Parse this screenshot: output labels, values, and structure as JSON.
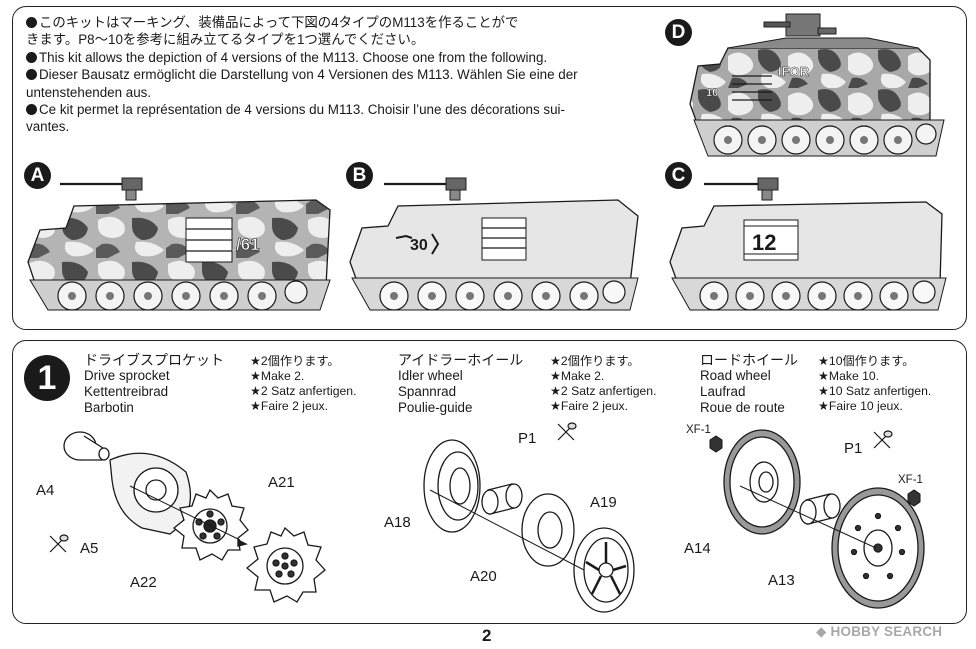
{
  "intro": {
    "line1": "このキットはマーキング、装備品によって下図の4タイプのM113を作ることがで",
    "line2": "きます。P8〜10を参考に組み立てるタイプを1つ選んでください。",
    "line3": "This kit allows the depiction of 4 versions of the M113. Choose one from the following.",
    "line4": "Dieser Bausatz ermöglicht die Darstellung von 4 Versionen des M113. Wählen Sie eine der",
    "line5": "untenstehenden aus.",
    "line6": "Ce kit permet la représentation de 4 versions du M113. Choisir l’une des décorations sui-",
    "line7": "vantes."
  },
  "versions": {
    "a": {
      "badge": "A",
      "marking": "/61"
    },
    "b": {
      "badge": "B",
      "marking": "30"
    },
    "c": {
      "badge": "C",
      "marking": "12"
    },
    "d": {
      "badge": "D",
      "marking": "IFOR",
      "number": "10"
    }
  },
  "colors": {
    "camo_light": "#eeeeee",
    "camo_mid": "#9a9a9a",
    "camo_dark": "#4a4a4a",
    "hull_light": "#e6e6e6",
    "ink": "#1a1a1a"
  },
  "step": {
    "number": "1",
    "parts": [
      {
        "jp": "ドライブスプロケット",
        "en": "Drive sprocket",
        "de": "Kettentreibrad",
        "fr": "Barbotin",
        "stars": [
          "★2個作ります。",
          "★Make 2.",
          "★2 Satz anfertigen.",
          "★Faire 2 jeux."
        ]
      },
      {
        "jp": "アイドラーホイール",
        "en": "Idler wheel",
        "de": "Spannrad",
        "fr": "Poulie-guide",
        "stars": [
          "★2個作ります。",
          "★Make 2.",
          "★2 Satz anfertigen.",
          "★Faire 2 jeux."
        ]
      },
      {
        "jp": "ロードホイール",
        "en": "Road wheel",
        "de": "Laufrad",
        "fr": "Roue de route",
        "stars": [
          "★10個作ります。",
          "★Make 10.",
          "★10 Satz anfertigen.",
          "★Faire 10 jeux."
        ]
      }
    ],
    "labels": {
      "a4": "A4",
      "a5": "A5",
      "a22": "A22",
      "a21": "A21",
      "a18": "A18",
      "p1_idler": "P1",
      "a19": "A19",
      "a20": "A20",
      "xf1_top": "XF-1",
      "xf1_right": "XF-1",
      "p1_road": "P1",
      "a14": "A14",
      "a13": "A13"
    }
  },
  "footer": {
    "page_number": "2",
    "watermark_brand": "HOBBY",
    "watermark_word": "SEARCH"
  }
}
